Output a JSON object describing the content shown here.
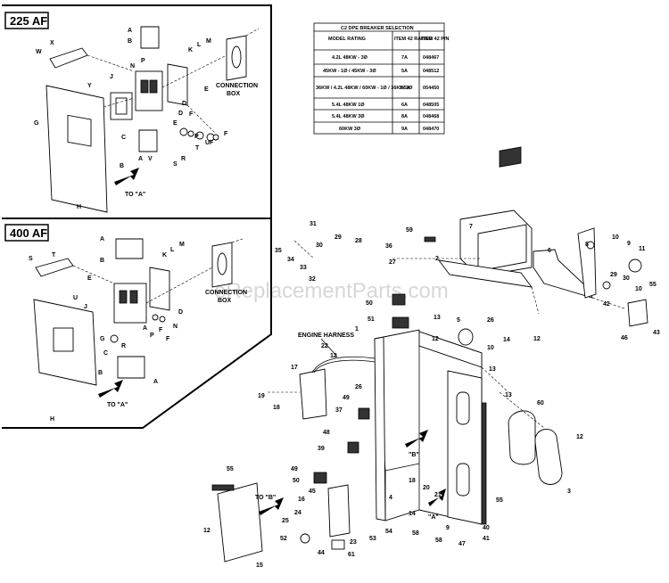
{
  "panels": {
    "af225": {
      "title": "225 AF"
    },
    "af400": {
      "title": "400 AF"
    }
  },
  "labels": {
    "connection_box_225": [
      "CONNECTION",
      "BOX"
    ],
    "connection_box_400": [
      "CONNECTION",
      "BOX"
    ],
    "to_a_225": "TO \"A\"",
    "to_a_400": "TO \"A\"",
    "to_b": "TO \"B\"",
    "engine_harness": "ENGINE HARNESS",
    "marker_a": "\"A\"",
    "marker_b": "\"B\""
  },
  "watermark": "eReplacementParts.com",
  "breaker_table": {
    "title": "C2 DPE BREAKER SELECTION",
    "headers": [
      "MODEL RATING",
      "ITEM 42 RATING",
      "ITEM 42 P/N"
    ],
    "rows": [
      [
        "4.2L 48KW - 3Ø",
        "7A",
        "048467"
      ],
      [
        "45KW - 1Ø / 45KW - 3Ø",
        "5A",
        "048512"
      ],
      [
        "36KW / 4.2L 48KW / 60KW - 1Ø / 36KW 3Ø",
        "5.5A",
        "054450"
      ],
      [
        "5.4L 48KW 1Ø",
        "6A",
        "048505"
      ],
      [
        "5.4L 48KW 3Ø",
        "8A",
        "048468"
      ],
      [
        "60KW 3Ø",
        "9A",
        "048470"
      ]
    ]
  },
  "callouts_225": [
    "W",
    "X",
    "A",
    "B",
    "N",
    "P",
    "K",
    "L",
    "M",
    "E",
    "J",
    "D",
    "Y",
    "G",
    "C",
    "A",
    "V",
    "F",
    "T",
    "U",
    "P",
    "R",
    "S",
    "E",
    "H",
    "B",
    "D",
    "F",
    "F"
  ],
  "callouts_400": [
    "S",
    "T",
    "E",
    "A",
    "B",
    "K",
    "L",
    "M",
    "U",
    "J",
    "A",
    "F",
    "D",
    "N",
    "G",
    "R",
    "C",
    "A",
    "H",
    "B",
    "P",
    "F"
  ],
  "callouts_main": [
    "31",
    "29",
    "30",
    "35",
    "34",
    "33",
    "32",
    "28",
    "36",
    "27",
    "59",
    "7",
    "2",
    "6",
    "8",
    "10",
    "9",
    "11",
    "12",
    "50",
    "51",
    "1",
    "13",
    "5",
    "26",
    "14",
    "10",
    "12",
    "22",
    "12",
    "13",
    "17",
    "26",
    "49",
    "37",
    "48",
    "39",
    "19",
    "18",
    "13",
    "60",
    "12",
    "3",
    "49",
    "50",
    "45",
    "16",
    "24",
    "25",
    "12",
    "52",
    "44",
    "61",
    "23",
    "53",
    "54",
    "58",
    "18",
    "20",
    "21",
    "4",
    "14",
    "58",
    "9",
    "47",
    "41",
    "40",
    "55",
    "43",
    "46",
    "30",
    "42",
    "29",
    "10",
    "55",
    "15",
    "55"
  ]
}
